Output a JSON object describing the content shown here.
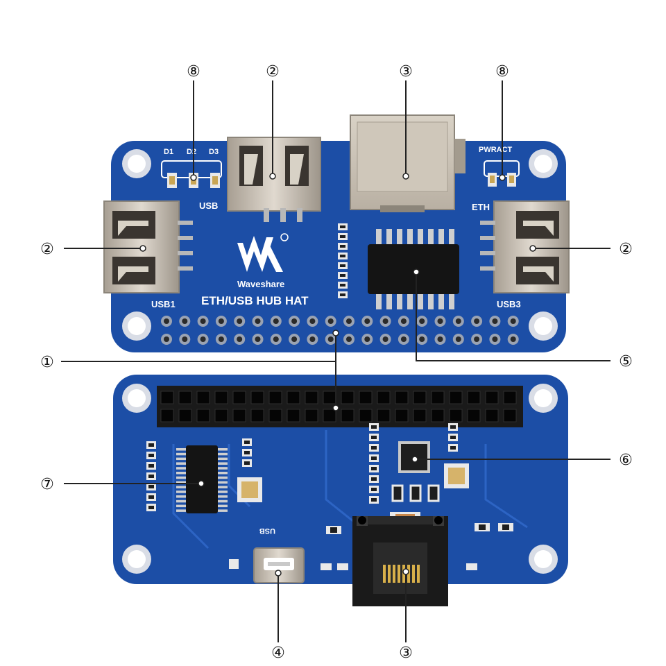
{
  "callouts": {
    "c1": "①",
    "c2": "②",
    "c3": "③",
    "c4": "④",
    "c5": "⑤",
    "c6": "⑥",
    "c7": "⑦",
    "c8": "⑧"
  },
  "top_board": {
    "led_labels": [
      "D1",
      "D2",
      "D3"
    ],
    "pwr_act_label": "PWRACT",
    "usb_label": "USB",
    "eth_label": "ETH",
    "brand": "Waveshare",
    "product": "ETH/USB HUB HAT",
    "usb1_label": "USB1",
    "usb3_label": "USB3"
  },
  "bottom_board": {
    "usb_label": "USB"
  },
  "colors": {
    "pcb": "#1c4ea6",
    "pcb_dark": "#163f88",
    "silk": "#ffffff",
    "metal": "#c8c0b4",
    "header": "#1a1a1a",
    "pad": "#b8b8b8",
    "line": "#222222"
  }
}
